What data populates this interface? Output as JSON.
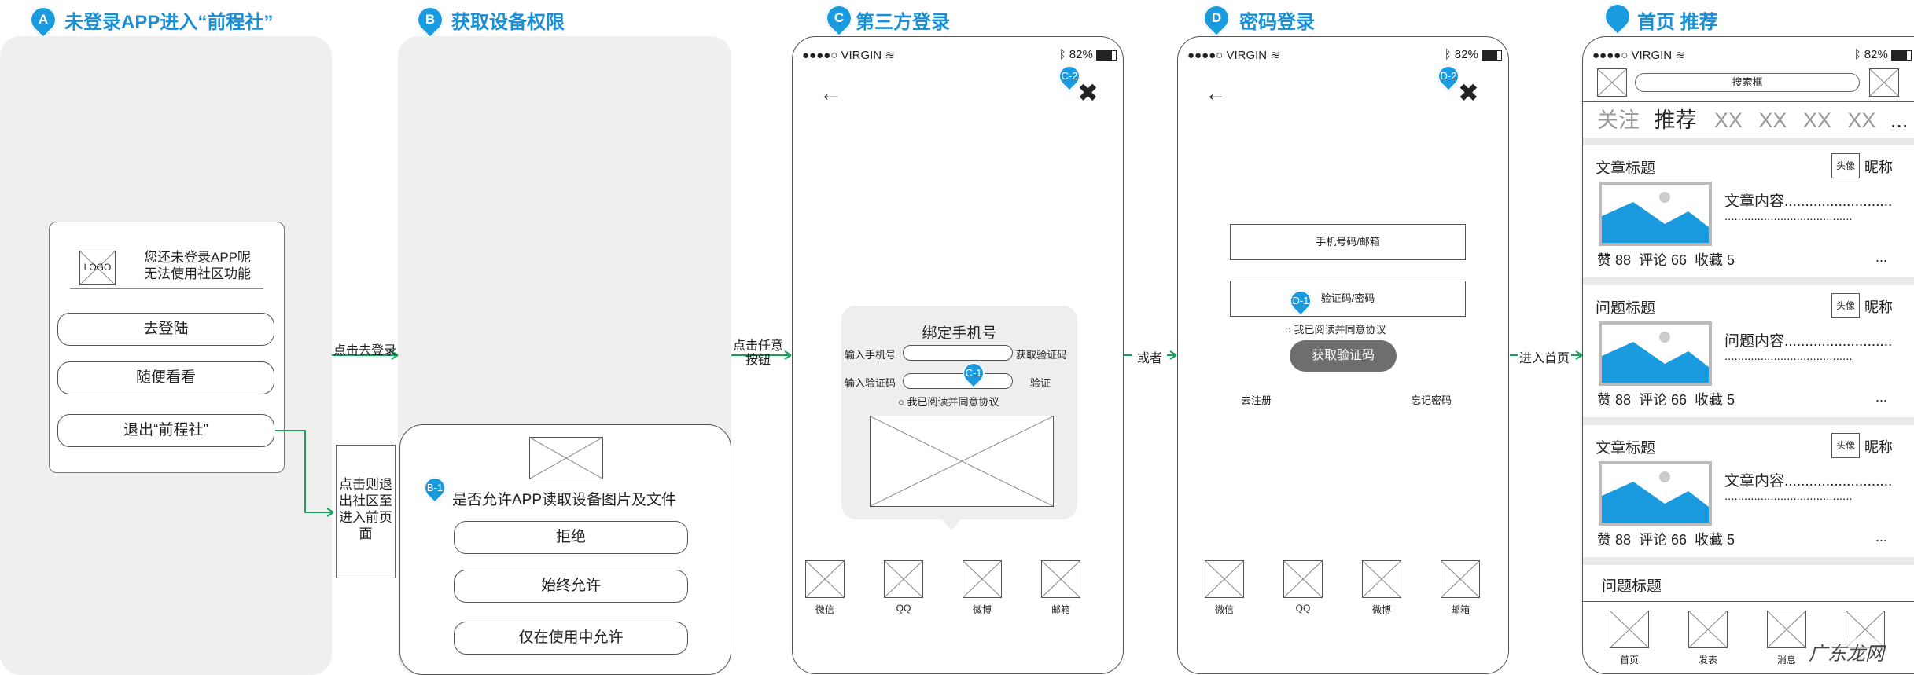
{
  "sections": {
    "a": {
      "pin": "A",
      "title": "未登录APP进入“前程社”"
    },
    "b": {
      "pin": "B",
      "title": "获取设备权限"
    },
    "c": {
      "pin": "C",
      "title": "第三方登录"
    },
    "d": {
      "pin": "D",
      "title": "密码登录"
    },
    "e": {
      "title": "首页 推荐"
    }
  },
  "dialog_a": {
    "logo": "LOGO",
    "message": "您还未登录APP呢\n无法使用社区功能",
    "buttons": [
      "去登陆",
      "随便看看",
      "退出“前程社”"
    ]
  },
  "side_note": "点击则退出社区至进入前页面",
  "arrows": {
    "to_login": "点击去登录",
    "any_button": "点击任意\n按钮",
    "or": "或者",
    "enter_home": "进入首页"
  },
  "dialog_b": {
    "pin": "B-1",
    "question": "是否允许APP读取设备图片及文件",
    "buttons": [
      "拒绝",
      "始终允许",
      "仅在使用中允许"
    ]
  },
  "status_bar": {
    "carrier": "●●●●○ VIRGIN",
    "battery": "82%"
  },
  "phone_c": {
    "close_pin": "C-2",
    "bind_title": "绑定手机号",
    "phone_label": "输入手机号",
    "get_code": "获取验证码",
    "code_label": "输入验证码",
    "code_pin": "C-1",
    "verify": "验证",
    "agree": "我已阅读并同意协议",
    "social": [
      "微信",
      "QQ",
      "微博",
      "邮箱"
    ]
  },
  "phone_d": {
    "close_pin": "D-2",
    "account_placeholder": "手机号码/邮箱",
    "password_placeholder": "验证码/密码",
    "pin": "D-1",
    "agree": "我已阅读并同意协议",
    "get_code_button": "获取验证码",
    "register": "去注册",
    "forgot": "忘记密码",
    "social": [
      "微信",
      "QQ",
      "微博",
      "邮箱"
    ]
  },
  "home": {
    "search_placeholder": "搜索框",
    "tabs": [
      "关注",
      "推荐",
      "XX",
      "XX",
      "XX",
      "XX",
      "..."
    ],
    "cards": [
      {
        "title": "文章标题",
        "avatar": "头像",
        "nickname": "昵称",
        "content": "文章内容..........................",
        "content2": ".......................................",
        "stats": "赞 88  评论 66  收藏 5",
        "more": "..."
      },
      {
        "title": "问题标题",
        "avatar": "头像",
        "nickname": "昵称",
        "content": "问题内容..........................",
        "content2": ".......................................",
        "stats": "赞 88  评论 66  收藏 5",
        "more": "..."
      },
      {
        "title": "文章标题",
        "avatar": "头像",
        "nickname": "昵称",
        "content": "文章内容..........................",
        "content2": ".......................................",
        "stats": "赞 88  评论 66  收藏 5",
        "more": "..."
      }
    ],
    "last_title": "问题标题",
    "nav": [
      "首页",
      "发表",
      "消息"
    ],
    "watermark": "广东龙网"
  }
}
